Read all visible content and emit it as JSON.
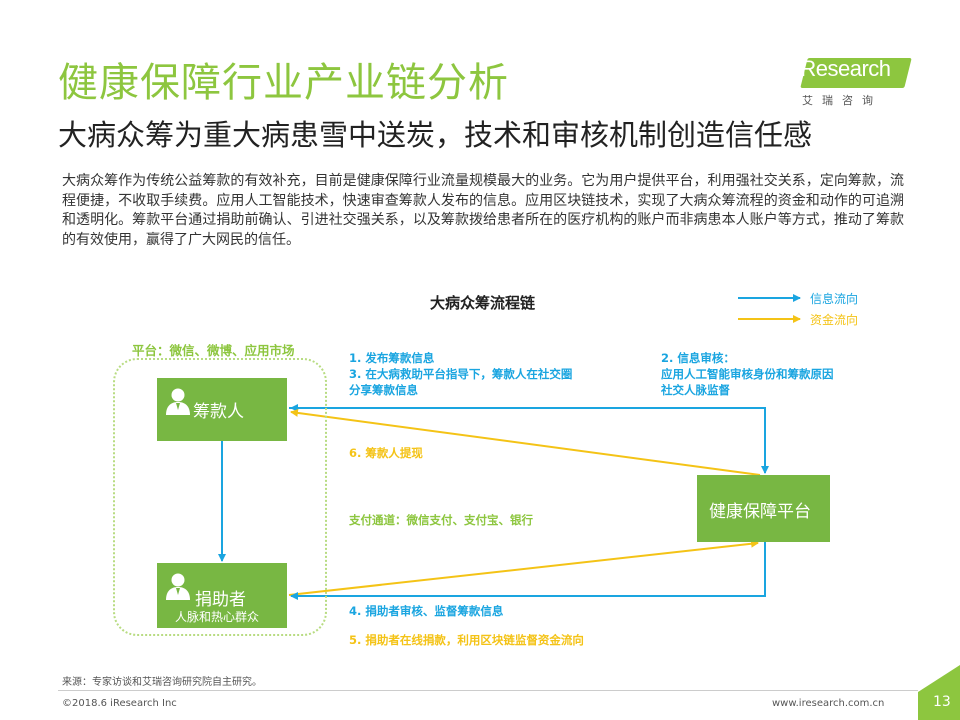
{
  "header": {
    "title": "健康保障行业产业链分析",
    "subtitle": "大病众筹为重大病患雪中送炭，技术和审核机制创造信任感"
  },
  "logo": {
    "brand": "iResearch",
    "sub": "艾瑞咨询"
  },
  "intro": "大病众筹作为传统公益筹款的有效补充，目前是健康保障行业流量规模最大的业务。它为用户提供平台，利用强社交关系，定向筹款，流程便捷，不收取手续费。应用人工智能技术，快速审查筹款人发布的信息。应用区块链技术，实现了大病众筹流程的资金和动作的可追溯和透明化。筹款平台通过捐助前确认、引进社交强关系，以及筹款拨给患者所在的医疗机构的账户而非病患本人账户等方式，推动了筹款的有效使用，赢得了广大网民的信任。",
  "diagram": {
    "title": "大病众筹流程链",
    "legend": {
      "info": "信息流向",
      "money": "资金流向"
    },
    "platform_label": "平台：微信、微博、应用市场",
    "nodes": {
      "fundraiser": "筹款人",
      "donor": "捐助者",
      "donor_sub": "人脉和热心群众",
      "platform": "健康保障平台"
    },
    "annotations": {
      "step1": [
        "1. 发布筹款信息",
        "3. 在大病救助平台指导下，筹款人在社交圈",
        "分享筹款信息"
      ],
      "step2": [
        "2. 信息审核：",
        "应用人工智能审核身份和筹款原因",
        "社交人脉监督"
      ],
      "step6": "6. 筹款人提现",
      "payment": "支付通道：微信支付、支付宝、银行",
      "step4": "4. 捐助者审核、监督筹款信息",
      "step5": "5. 捐助者在线捐款，利用区块链监督资金流向"
    },
    "colors": {
      "info": "#1aa5e0",
      "money": "#f4c316",
      "green": "#8dc63f",
      "node": "#78b743"
    }
  },
  "footer": {
    "source": "来源：专家访谈和艾瑞咨询研究院自主研究。",
    "copyright": "©2018.6 iResearch Inc",
    "website": "www.iresearch.com.cn",
    "page": "13"
  }
}
